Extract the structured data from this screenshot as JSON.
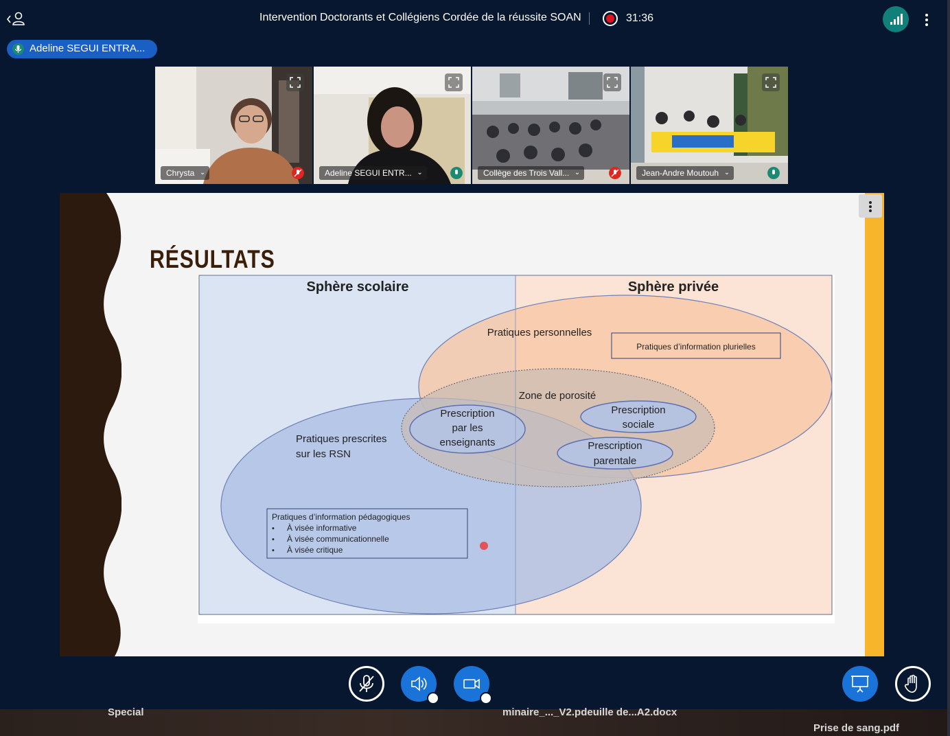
{
  "header": {
    "title": "Intervention Doctorants et Collégiens Cordée de la réussite SOAN",
    "recording_time": "31:36",
    "user_list_icon": "user-list-icon",
    "connection_icon": "signal-bars-icon",
    "more_icon": "vertical-dots-icon"
  },
  "talker": {
    "name": "Adeline SEGUI ENTRA...",
    "icon": "microphone-icon"
  },
  "tiles": [
    {
      "label": "Chrysta",
      "mic": "muted",
      "active": false
    },
    {
      "label": "Adeline SEGUI ENTR...",
      "mic": "on",
      "active": true
    },
    {
      "label": "Collège des Trois Vall...",
      "mic": "muted",
      "active": false
    },
    {
      "label": "Jean-Andre Moutouh",
      "mic": "on",
      "active": false
    }
  ],
  "slide": {
    "title": "RÉSULTATS",
    "diagram": {
      "left_panel": "Sphère scolaire",
      "right_panel": "Sphère privée",
      "personal_practices": "Pratiques personnelles",
      "plural_info_box": "Pratiques d’information plurielles",
      "porosity_zone": "Zone de porosité",
      "prescription_teachers": [
        "Prescription",
        "par les",
        "enseignants"
      ],
      "prescription_social": [
        "Prescription",
        "sociale"
      ],
      "prescription_parental": [
        "Prescription",
        "parentale"
      ],
      "prescribed_practices": [
        "Pratiques prescrites",
        "sur les RSN"
      ],
      "pedagogical_box_title": "Pratiques d’information pédagogiques",
      "pedagogical_items": [
        "À visée informative",
        "À visée communicationnelle",
        "À visée critique"
      ]
    }
  },
  "controls": {
    "mute": "mic-off-icon",
    "audio": "speaker-icon",
    "video": "camera-icon",
    "presentation": "presentation-icon",
    "raise_hand": "hand-icon"
  },
  "desktop": {
    "left_text": "Special",
    "middle_text": "minaire_..._V2.pdeuille de...A2.docx",
    "right_text": "Prise de sang.pdf"
  },
  "colors": {
    "background": "#06172f",
    "accent_blue": "#1a73d8",
    "record_red": "#e0141e",
    "connection_green": "#12807a",
    "slide_bar": "#f6b52a"
  }
}
